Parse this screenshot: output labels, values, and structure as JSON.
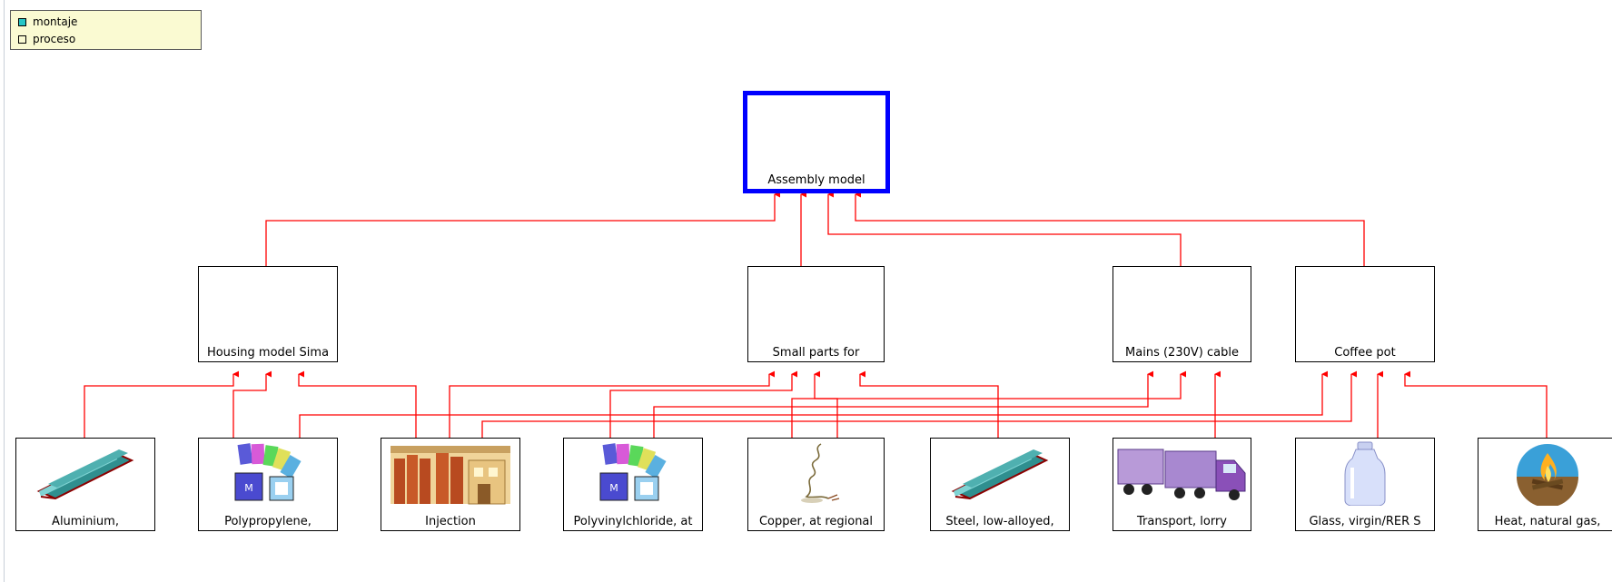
{
  "legend": {
    "items": [
      {
        "label": "montaje",
        "color": "#26c6c6"
      },
      {
        "label": "proceso",
        "color": "#fafad2"
      }
    ]
  },
  "colors": {
    "link": "#ff0000",
    "root_border": "#0000ff"
  },
  "nodes": {
    "root": {
      "label": "Assembly model"
    },
    "housing": {
      "label": "Housing model Sima"
    },
    "small_parts": {
      "label": "Small parts for"
    },
    "mains": {
      "label": "Mains (230V) cable"
    },
    "coffee_pot": {
      "label": "Coffee pot"
    },
    "aluminium": {
      "label": "Aluminium,",
      "icon": "metal-beam-icon"
    },
    "polypropylene": {
      "label": "Polypropylene,",
      "icon": "plastic-swatches-icon"
    },
    "injection": {
      "label": "Injection",
      "icon": "factory-icon"
    },
    "pvc": {
      "label": "Polyvinylchloride, at",
      "icon": "plastic-swatches-icon"
    },
    "copper": {
      "label": "Copper, at regional",
      "icon": "copper-wire-icon"
    },
    "steel": {
      "label": "Steel, low-alloyed,",
      "icon": "metal-beam-icon"
    },
    "transport": {
      "label": "Transport, lorry",
      "icon": "truck-icon"
    },
    "glass": {
      "label": "Glass, virgin/RER S",
      "icon": "glass-bottle-icon"
    },
    "heat": {
      "label": "Heat, natural gas,",
      "icon": "campfire-icon"
    }
  }
}
